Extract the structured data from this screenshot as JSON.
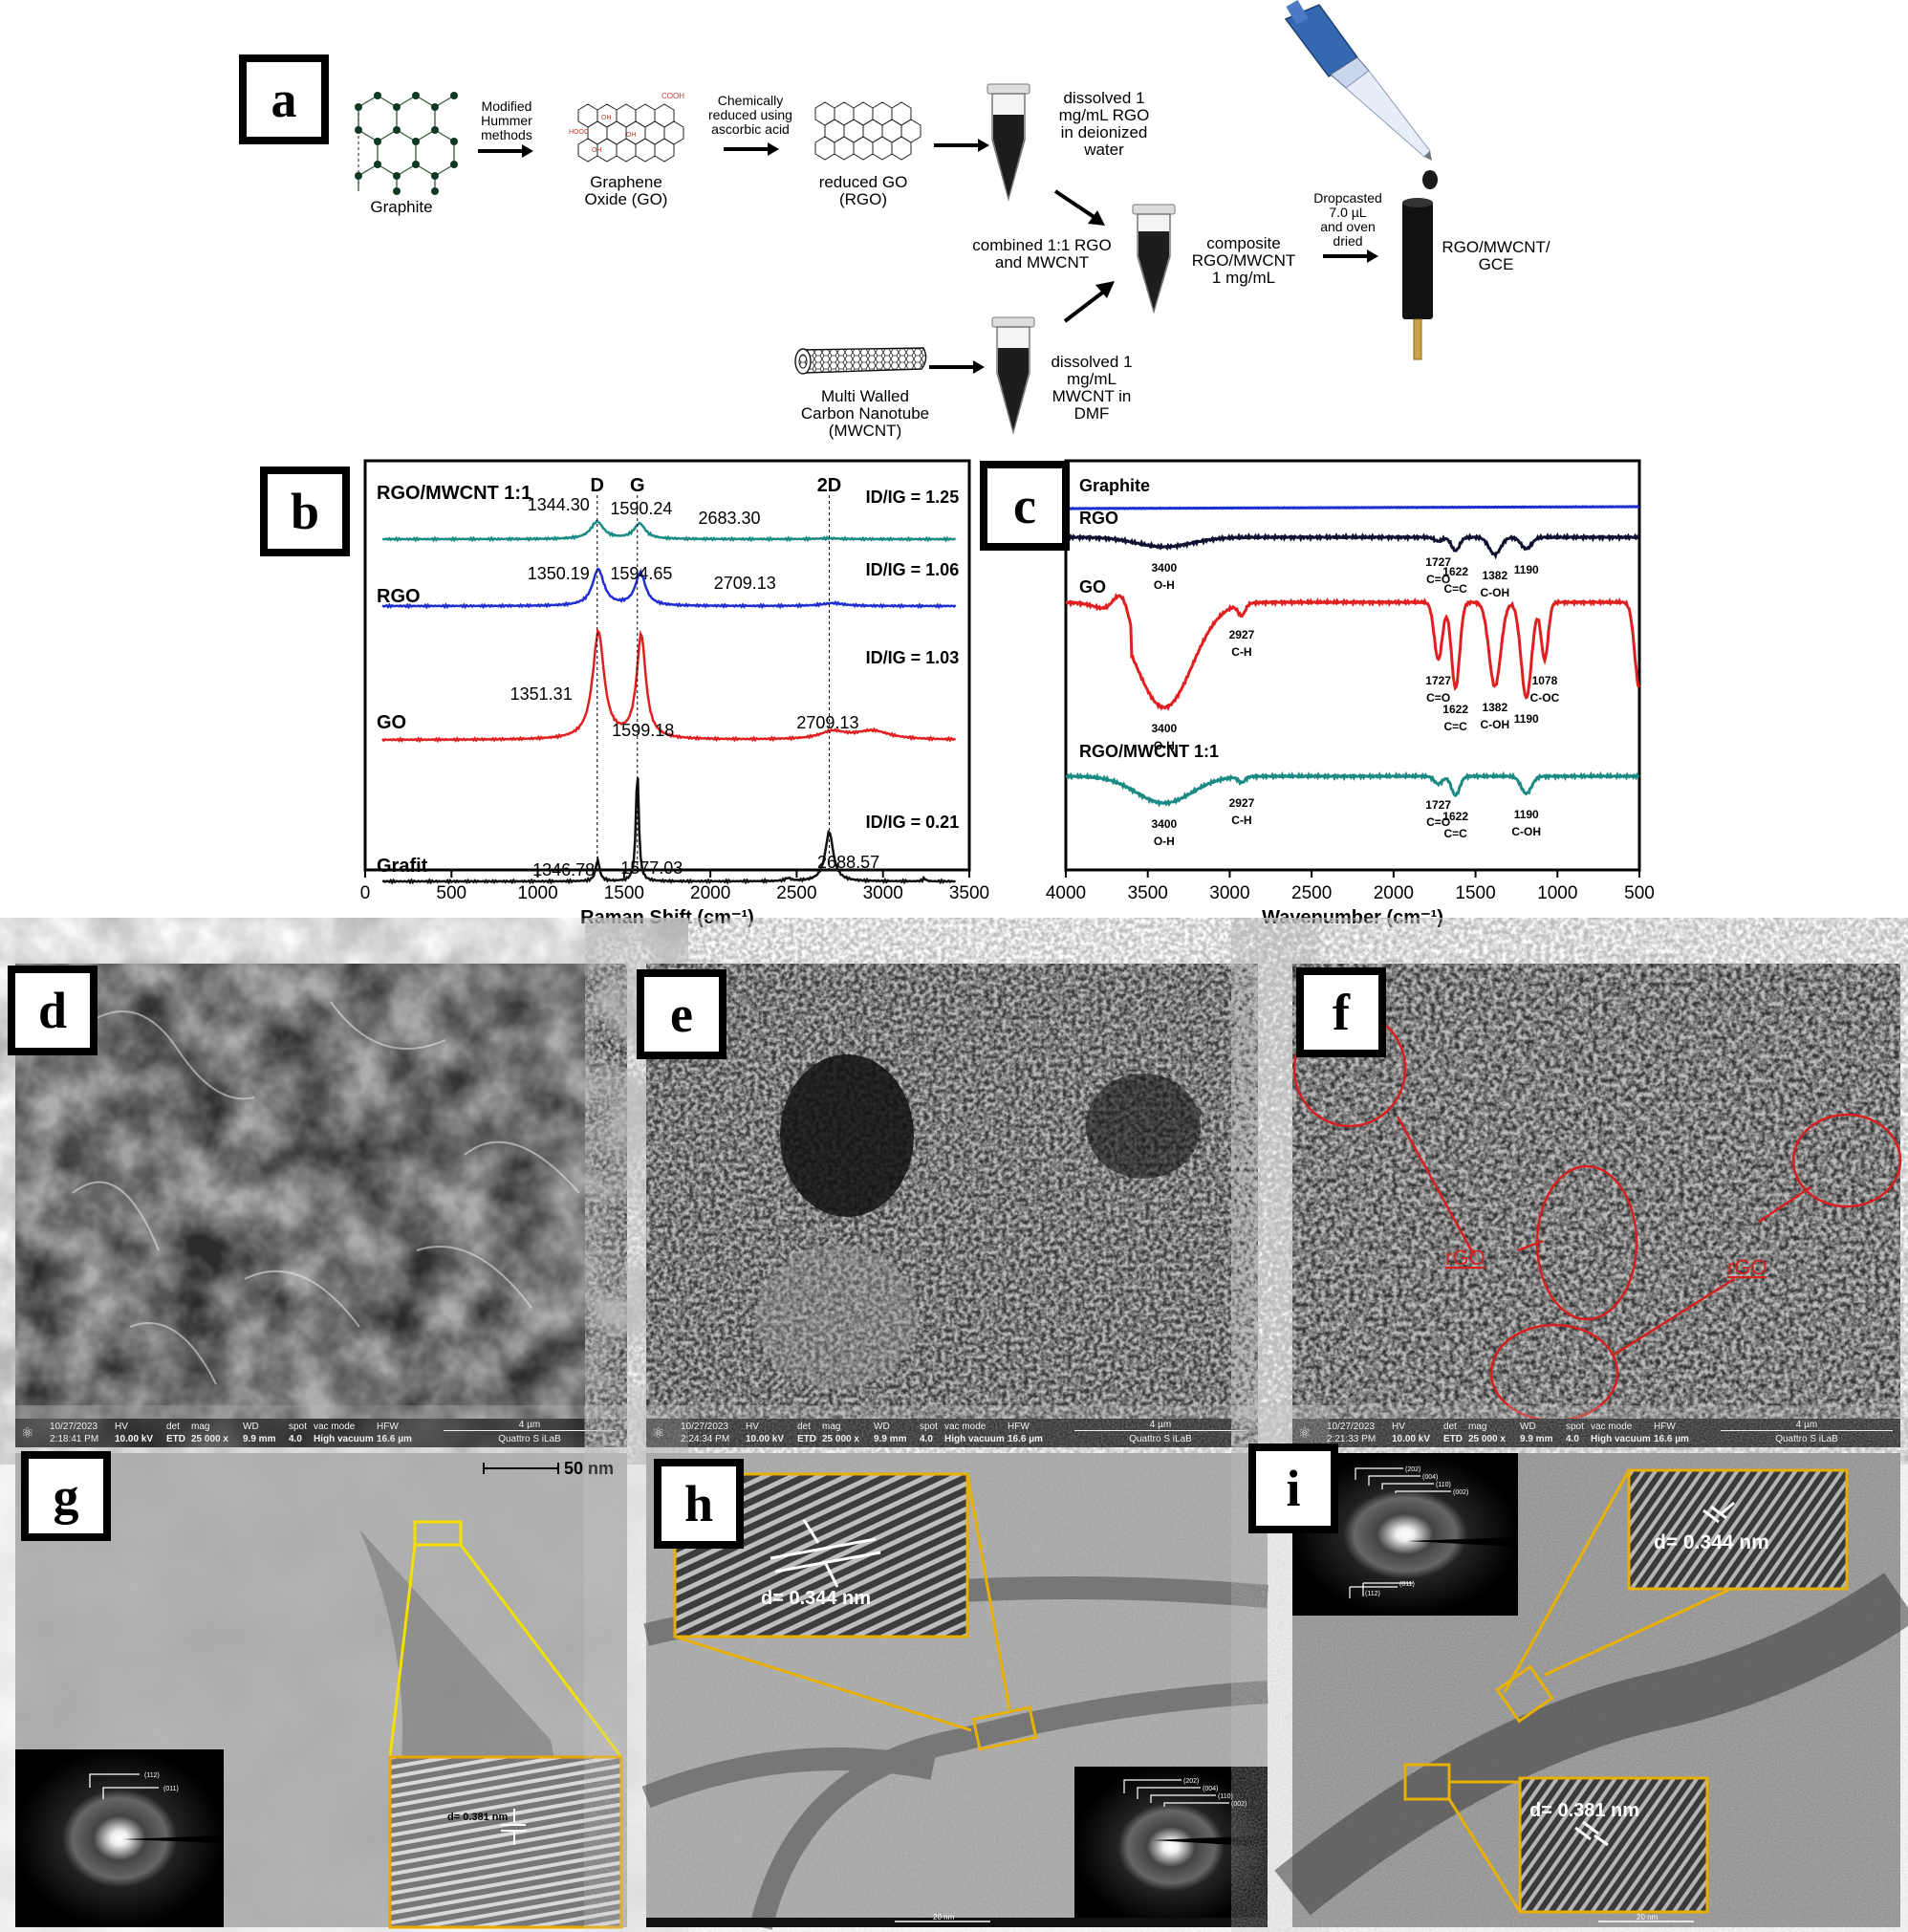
{
  "panels": {
    "a": "a",
    "b": "b",
    "c": "c",
    "d": "d",
    "e": "e",
    "f": "f",
    "g": "g",
    "h": "h",
    "i": "i"
  },
  "schematic": {
    "graphite": "Graphite",
    "step1": "Modified\nHummer\nmethods",
    "go": "Graphene\nOxide (GO)",
    "go_cooh": "COOH",
    "go_hooc": "HOOC",
    "go_oh": "OH",
    "step2": "Chemically\nreduced using\nascorbic acid",
    "rgo": "reduced GO\n(RGO)",
    "rgo_solution": "dissolved 1\nmg/mL RGO\nin deionized\nwater",
    "combined": "combined 1:1  RGO\nand MWCNT",
    "composite": "composite\nRGO/MWCNT\n1 mg/mL",
    "mwcnt": "Multi Walled\nCarbon Nanotube\n(MWCNT)",
    "mwcnt_solution": "dissolved 1\nmg/mL\nMWCNT in\nDMF",
    "dropcast": "Dropcasted\n7.0 µL\nand oven\ndried",
    "electrode": "RGO/MWCNT/\nGCE"
  },
  "chart_data": [
    {
      "type": "line",
      "panel": "b",
      "xlabel": "Raman Shift (cm⁻¹)",
      "xlim": [
        0,
        3500
      ],
      "xticks": [
        0,
        500,
        1000,
        1500,
        2000,
        2500,
        3000,
        3500
      ],
      "peak_labels": [
        "D",
        "G",
        "2D"
      ],
      "series": [
        {
          "name": "RGO/MWCNT 1:1",
          "color": "#1a8a84",
          "ratio": "I₂/I₃= 1.25",
          "peaks": [
            1344.3,
            1590.24,
            2683.3
          ],
          "peak_labels": [
            "1344.30",
            "1590.24",
            "2683.30"
          ],
          "ratio_label": "ID/IG = 1.25"
        },
        {
          "name": "RGO",
          "color": "#1f2fcf",
          "peaks": [
            1350.19,
            1594.65,
            2709.13
          ],
          "peak_labels": [
            "1350.19",
            "1594.65",
            "2709.13"
          ],
          "ratio_label": "ID/IG = 1.06"
        },
        {
          "name": "GO",
          "color": "#e02020",
          "peaks": [
            1351.31,
            1599.18,
            2709.13
          ],
          "peak_labels": [
            "1351.31",
            "1599.18",
            "2709.13"
          ],
          "ratio_label": "ID/IG = 1.03"
        },
        {
          "name": "Grafit",
          "color": "#111111",
          "peaks": [
            1346.78,
            1577.03,
            2688.57
          ],
          "peak_labels": [
            "1346.78",
            "1577.03",
            "2688.57"
          ],
          "ratio_label": "ID/IG = 0.21"
        }
      ]
    },
    {
      "type": "line",
      "panel": "c",
      "xlabel": "Wavenumber (cm⁻¹)",
      "xlim": [
        4000,
        500
      ],
      "xticks": [
        4000,
        3500,
        3000,
        2500,
        2000,
        1500,
        1000,
        500
      ],
      "series": [
        {
          "name": "Graphite",
          "color": "#1f2fcf",
          "bands": []
        },
        {
          "name": "RGO",
          "color": "#101030",
          "bands": [
            {
              "x": 3400,
              "label": "3400",
              "group": "O-H"
            },
            {
              "x": 1727,
              "label": "1727",
              "group": "C=O"
            },
            {
              "x": 1622,
              "label": "1622",
              "group": "C=C"
            },
            {
              "x": 1382,
              "label": "1382",
              "group": "C-OH"
            },
            {
              "x": 1190,
              "label": "1190",
              "group": ""
            }
          ]
        },
        {
          "name": "GO",
          "color": "#e02020",
          "bands": [
            {
              "x": 3400,
              "label": "3400",
              "group": "O-H"
            },
            {
              "x": 2927,
              "label": "2927",
              "group": "C-H"
            },
            {
              "x": 1727,
              "label": "1727",
              "group": "C=O"
            },
            {
              "x": 1622,
              "label": "1622",
              "group": "C=C"
            },
            {
              "x": 1382,
              "label": "1382",
              "group": "C-OH"
            },
            {
              "x": 1190,
              "label": "1190",
              "group": ""
            },
            {
              "x": 1078,
              "label": "1078",
              "group": "C-OC"
            }
          ]
        },
        {
          "name": "RGO/MWCNT 1:1",
          "color": "#1a8a84",
          "bands": [
            {
              "x": 3400,
              "label": "3400",
              "group": "O-H"
            },
            {
              "x": 2927,
              "label": "2927",
              "group": "C-H"
            },
            {
              "x": 1727,
              "label": "1727",
              "group": "C=O"
            },
            {
              "x": 1622,
              "label": "1622",
              "group": "C=C"
            },
            {
              "x": 1190,
              "label": "1190",
              "group": "C-OH"
            }
          ]
        }
      ]
    }
  ],
  "sem": [
    {
      "date": "10/27/2023",
      "time": "2:18:41 PM",
      "hv_label": "HV",
      "hv": "10.00 kV",
      "det_label": "det",
      "det": "ETD",
      "mag_label": "mag",
      "mag": "25 000 x",
      "wd_label": "WD",
      "wd": "9.9 mm",
      "spot_label": "spot",
      "spot": "4.0",
      "vac_label": "vac mode",
      "vac": "High vacuum",
      "hfw_label": "HFW",
      "hfw": "16.6 µm",
      "scale": "4 µm",
      "lab": "Quattro S iLaB"
    },
    {
      "date": "10/27/2023",
      "time": "2:24:34 PM",
      "hv_label": "HV",
      "hv": "10.00 kV",
      "det_label": "det",
      "det": "ETD",
      "mag_label": "mag",
      "mag": "25 000 x",
      "wd_label": "WD",
      "wd": "9.9 mm",
      "spot_label": "spot",
      "spot": "4.0",
      "vac_label": "vac mode",
      "vac": "High vacuum",
      "hfw_label": "HFW",
      "hfw": "16.6 µm",
      "scale": "4 µm",
      "lab": "Quattro S iLaB"
    },
    {
      "date": "10/27/2023",
      "time": "2:21:33 PM",
      "hv_label": "HV",
      "hv": "10.00 kV",
      "det_label": "det",
      "det": "ETD",
      "mag_label": "mag",
      "mag": "25 000 x",
      "wd_label": "WD",
      "wd": "9.9 mm",
      "spot_label": "spot",
      "spot": "4.0",
      "vac_label": "vac mode",
      "vac": "High vacuum",
      "hfw_label": "HFW",
      "hfw": "16.6 µm",
      "scale": "4 µm",
      "lab": "Quattro S iLaB"
    }
  ],
  "sem_f_labels": [
    "rGO",
    "rGO"
  ],
  "tem": {
    "g_scale": "50 nm",
    "g_dspacing": "d= 0.381 nm",
    "g_saed": [
      "(112)",
      "(011)"
    ],
    "h_dspacing": "d= 0.344 nm",
    "h_saed": [
      "(202)",
      "(004)",
      "(110)",
      "(002)"
    ],
    "h_scale": "20 nm",
    "i_dspacing1": "d= 0.344 nm",
    "i_dspacing2": "d= 0.381 nm",
    "i_saed": [
      "(202)",
      "(004)",
      "(110)",
      "(002)",
      "(011)",
      "(112)"
    ],
    "i_scale": "20 nm"
  }
}
